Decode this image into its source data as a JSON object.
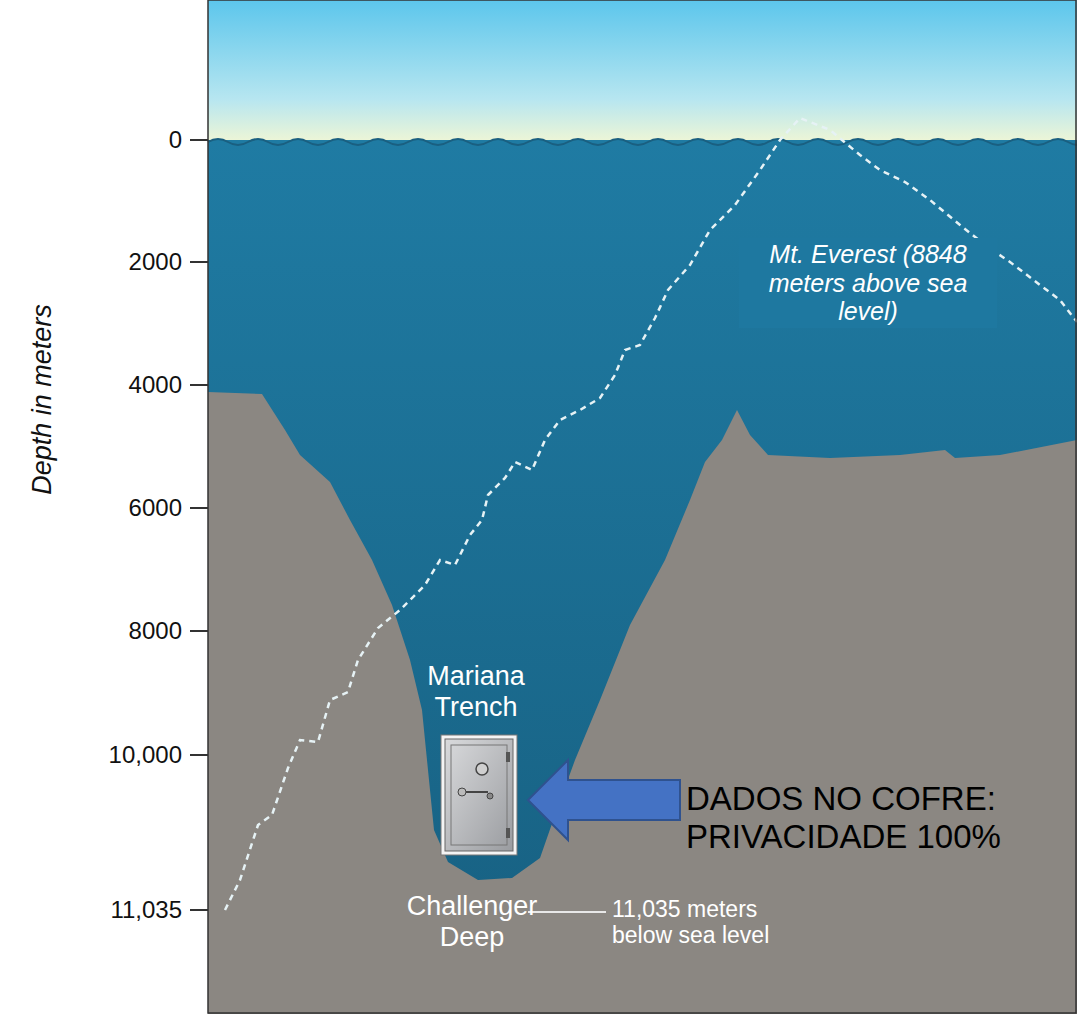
{
  "diagram": {
    "labels": [
      "0",
      "2000",
      "4000",
      "6000",
      "8000",
      "10,000",
      "11,035",
      "Depth in meters",
      "Mt. Everest (8848 meters above sea level)",
      "Mariana Trench",
      "Challenger Deep",
      "11,035 meters below sea level",
      "DADOS NO COFRE: PRIVACIDADE 100%"
    ]
  }
}
